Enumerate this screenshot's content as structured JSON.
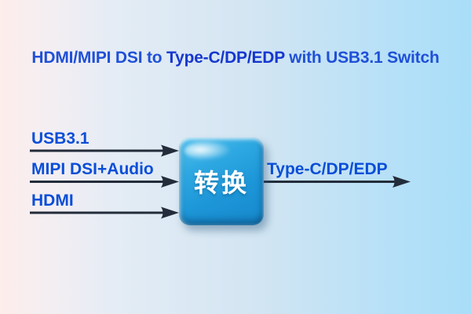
{
  "title": {
    "part1": "HDMI/MIPI DSI to ",
    "part2": "Type-C/DP/EDP",
    "part3": " with USB3.1 Switch"
  },
  "diagram": {
    "converter_label": "转换",
    "inputs": [
      {
        "label": "USB3.1"
      },
      {
        "label": "MIPI DSI+Audio"
      },
      {
        "label": "HDMI"
      }
    ],
    "output": {
      "label": "Type-C/DP/EDP"
    }
  },
  "colors": {
    "background_left_pink": "#fdedeb",
    "background_right_blue": "#a9def8",
    "title_blue": "#2050d8",
    "title_strong_blue": "#1637cf",
    "io_label_blue": "#0a4ed8",
    "arrow_dark": "#232c3a",
    "converter_box_blue": "#1e96d8",
    "converter_text_white": "#ffffff"
  }
}
